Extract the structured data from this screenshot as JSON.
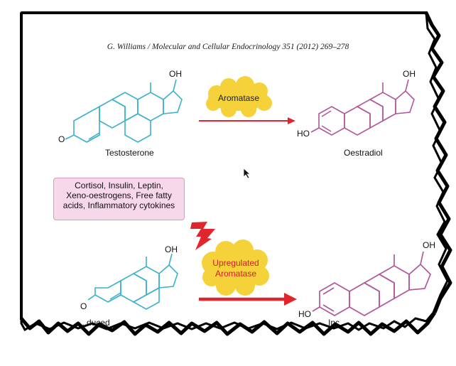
{
  "header": "G. Williams / Molecular and Cellular Endocrinology 351 (2012) 269–278",
  "top": {
    "left_label": "Testosterone",
    "right_label": "Oestradiol",
    "enzyme": "Aromatase"
  },
  "factors": {
    "lines": [
      "Cortisol, Insulin, Leptin,",
      "Xeno-oestrogens, Free fatty",
      "acids, Inflammatory cytokines"
    ]
  },
  "bottom": {
    "enzyme_line1": "Upregulated",
    "enzyme_line2": "Aromatase",
    "left_label_partial": "...duced",
    "right_label_partial": "Inc"
  },
  "atoms": {
    "hydroxyl": "OH",
    "ketone": "O",
    "phenol": "HO"
  },
  "colors": {
    "testosterone": "#3bb1cc",
    "oestradiol": "#b0579a",
    "arrow": "#e0262c",
    "cloud": "#f6d23a",
    "upregulated_text": "#d01f26",
    "factor_box": "#f7d7ea"
  }
}
